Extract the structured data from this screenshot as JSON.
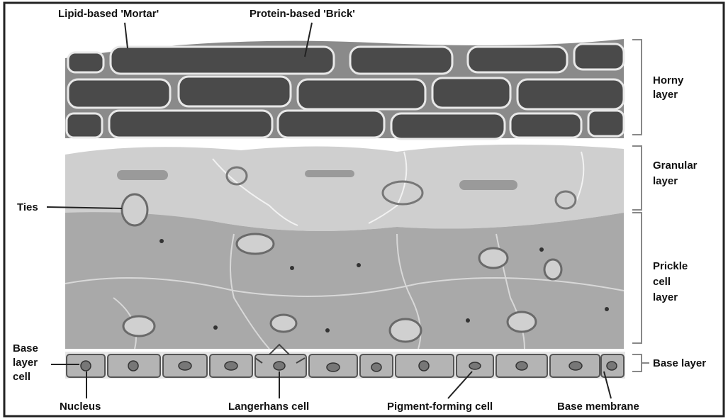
{
  "top_labels": {
    "mortar": "Lipid-based 'Mortar'",
    "brick": "Protein-based 'Brick'"
  },
  "layers": {
    "horny_1": "Horny",
    "horny_2": "layer",
    "granular_1": "Granular",
    "granular_2": "layer",
    "prickle_1": "Prickle",
    "prickle_2": "cell",
    "prickle_3": "layer",
    "base": "Base layer"
  },
  "left_labels": {
    "ties": "Ties",
    "base_cell_1": "Base",
    "base_cell_2": "layer",
    "base_cell_3": "cell"
  },
  "bottom_labels": {
    "nucleus": "Nucleus",
    "langerhans": "Langerhans cell",
    "pigment": "Pigment-forming cell",
    "membrane": "Base membrane"
  },
  "colors": {
    "brick": "#4a4a4a",
    "mortar": "#8a8a8a",
    "granular": "#cfcfcf",
    "prickle": "#a9a9a9",
    "base_cells": "#b4b4b4",
    "line": "#222222"
  }
}
